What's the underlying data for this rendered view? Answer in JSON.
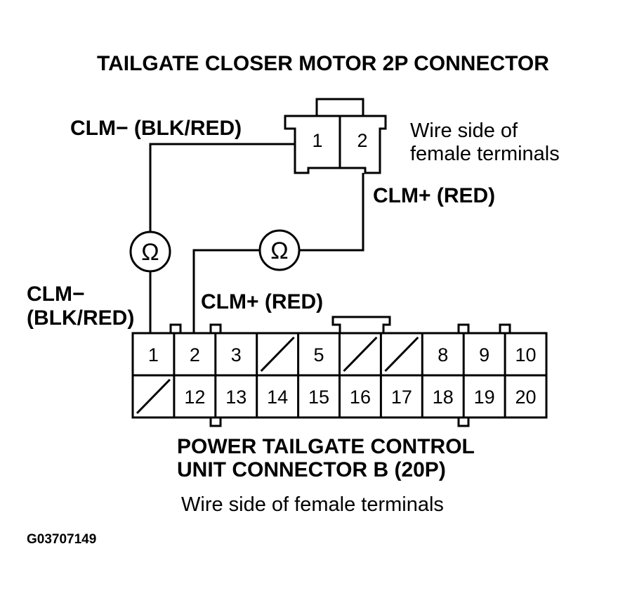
{
  "motor_connector": {
    "title": "TAILGATE CLOSER MOTOR 2P CONNECTOR",
    "side_note_line1": "Wire side of",
    "side_note_line2": "female terminals",
    "pins": [
      "1",
      "2"
    ]
  },
  "wires": {
    "top_left_label": "CLM− (BLK/RED)",
    "top_right_label": "CLM+ (RED)",
    "left_label_line1": "CLM−",
    "left_label_line2": "(BLK/RED)",
    "mid_label": "CLM+ (RED)"
  },
  "meters": [
    {
      "symbol": "Ω"
    },
    {
      "symbol": "Ω"
    }
  ],
  "control_unit_connector": {
    "title_line1": "POWER TAILGATE CONTROL",
    "title_line2": "UNIT CONNECTOR B (20P)",
    "side_note": "Wire side of female terminals",
    "top_row": [
      "1",
      "2",
      "3",
      "",
      "5",
      "",
      "",
      "8",
      "9",
      "10"
    ],
    "bottom_row": [
      "",
      "12",
      "13",
      "14",
      "15",
      "16",
      "17",
      "18",
      "19",
      "20"
    ]
  },
  "figure_code": "G03707149"
}
